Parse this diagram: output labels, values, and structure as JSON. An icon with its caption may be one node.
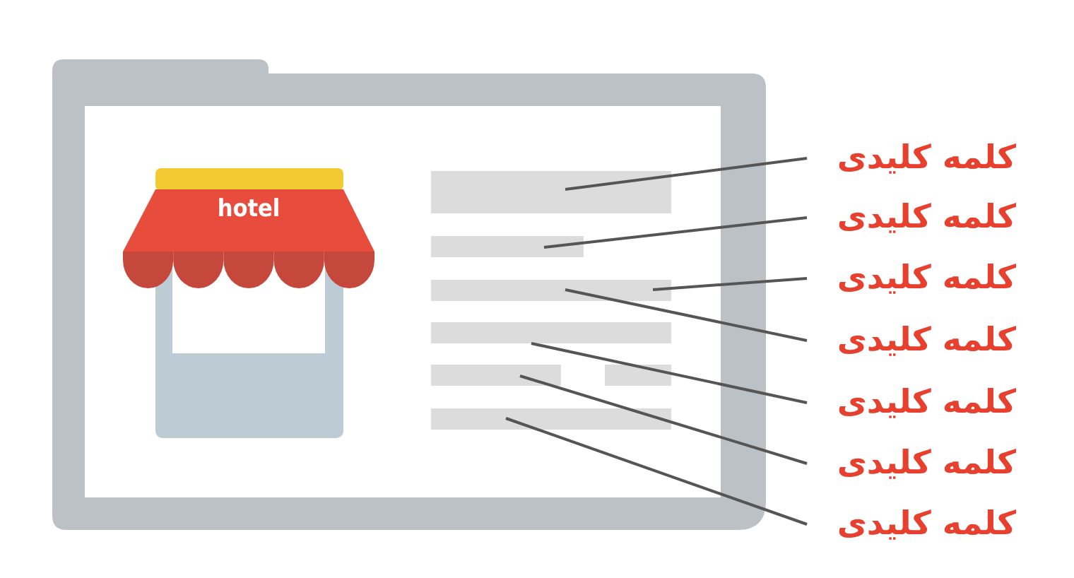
{
  "diagram": {
    "nodes": [
      {
        "text": [],
        "shape": "box"
      },
      {
        "text": [
          "hotel"
        ],
        "in": 0
      },
      {
        "text": [],
        "shape": "bar",
        "in": 0
      },
      {
        "text": [],
        "shape": "bar",
        "in": 0
      },
      {
        "text": [],
        "shape": "bar",
        "in": 0
      },
      {
        "text": [],
        "shape": "bar",
        "in": 0
      },
      {
        "text": [],
        "shape": "bar",
        "in": 0
      },
      {
        "text": [],
        "shape": "bar",
        "in": 0
      },
      {
        "text": [],
        "shape": "bar",
        "in": 0
      },
      {
        "text": [
          "کلمه کلیدی"
        ]
      },
      {
        "text": [
          "کلمه کلیدی"
        ]
      },
      {
        "text": [
          "کلمه کلیدی"
        ]
      },
      {
        "text": [
          "کلمه کلیدی"
        ]
      },
      {
        "text": [
          "کلمه کلیدی"
        ]
      },
      {
        "text": [
          "کلمه کلیدی"
        ]
      },
      {
        "text": [
          "کلمه کلیدی"
        ]
      }
    ],
    "edges": [
      {
        "from": 9,
        "to": 2,
        "arrow": "none"
      },
      {
        "from": 10,
        "to": 3,
        "arrow": "none"
      },
      {
        "from": 11,
        "to": 4,
        "arrow": "none"
      },
      {
        "from": 12,
        "to": 4,
        "arrow": "none"
      },
      {
        "from": 13,
        "to": 5,
        "arrow": "none"
      },
      {
        "from": 14,
        "to": 6,
        "arrow": "none"
      },
      {
        "from": 15,
        "to": 8,
        "arrow": "none"
      }
    ]
  }
}
